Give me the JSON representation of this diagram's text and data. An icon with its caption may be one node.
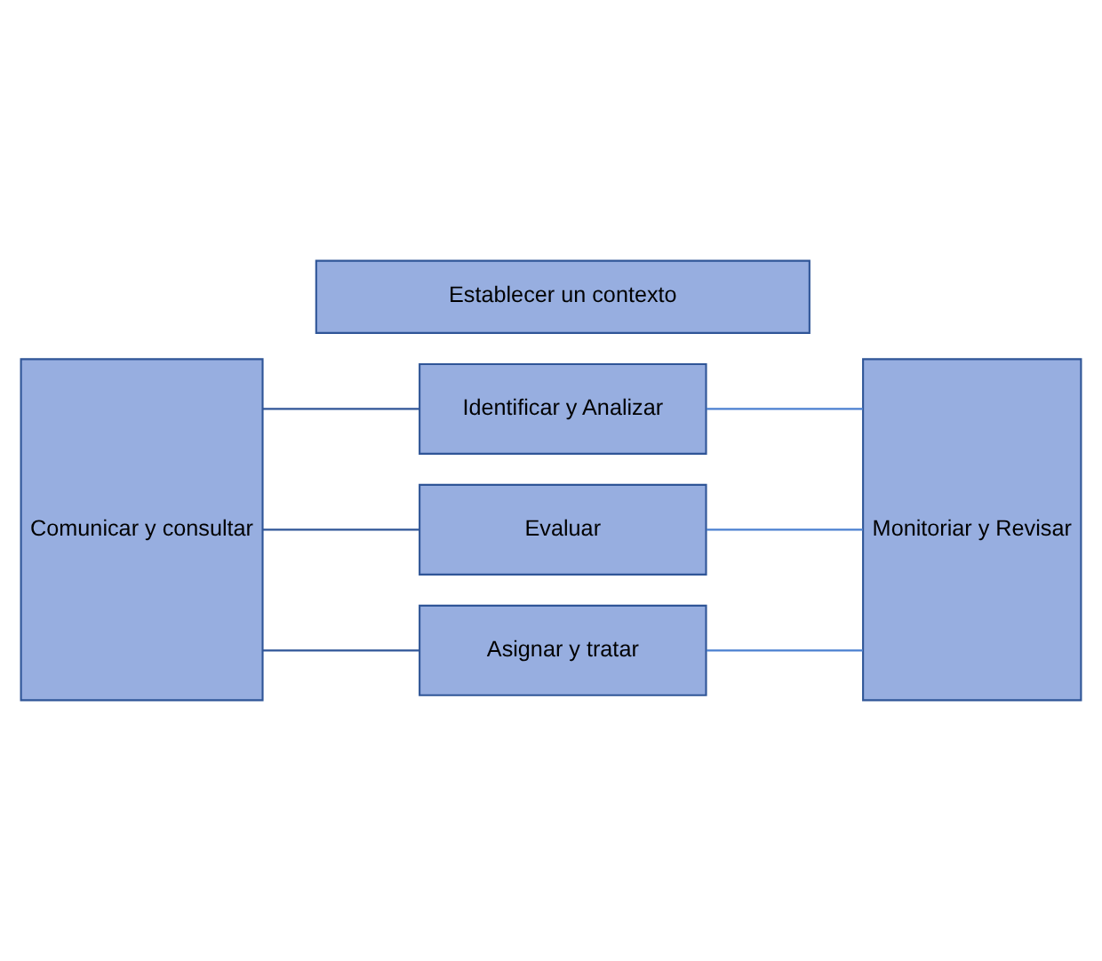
{
  "diagram": {
    "nodes": [
      {
        "text": [
          "Establecer un contexto"
        ]
      },
      {
        "text": [
          "Comunicar y consultar"
        ]
      },
      {
        "text": [
          "Identificar y Analizar"
        ]
      },
      {
        "text": [
          "Evaluar"
        ]
      },
      {
        "text": [
          "Asignar y tratar"
        ]
      },
      {
        "text": [
          "Monitoriar y Revisar"
        ]
      }
    ],
    "edges": [
      {
        "from": 1,
        "to": 2,
        "arrow": "none"
      },
      {
        "from": 1,
        "to": 3,
        "arrow": "none"
      },
      {
        "from": 1,
        "to": 4,
        "arrow": "none"
      },
      {
        "from": 2,
        "to": 5,
        "arrow": "none",
        "color": "#4a7fd0"
      },
      {
        "from": 3,
        "to": 5,
        "arrow": "none",
        "color": "#4a7fd0"
      },
      {
        "from": 4,
        "to": 5,
        "arrow": "none",
        "color": "#4a7fd0"
      }
    ]
  }
}
